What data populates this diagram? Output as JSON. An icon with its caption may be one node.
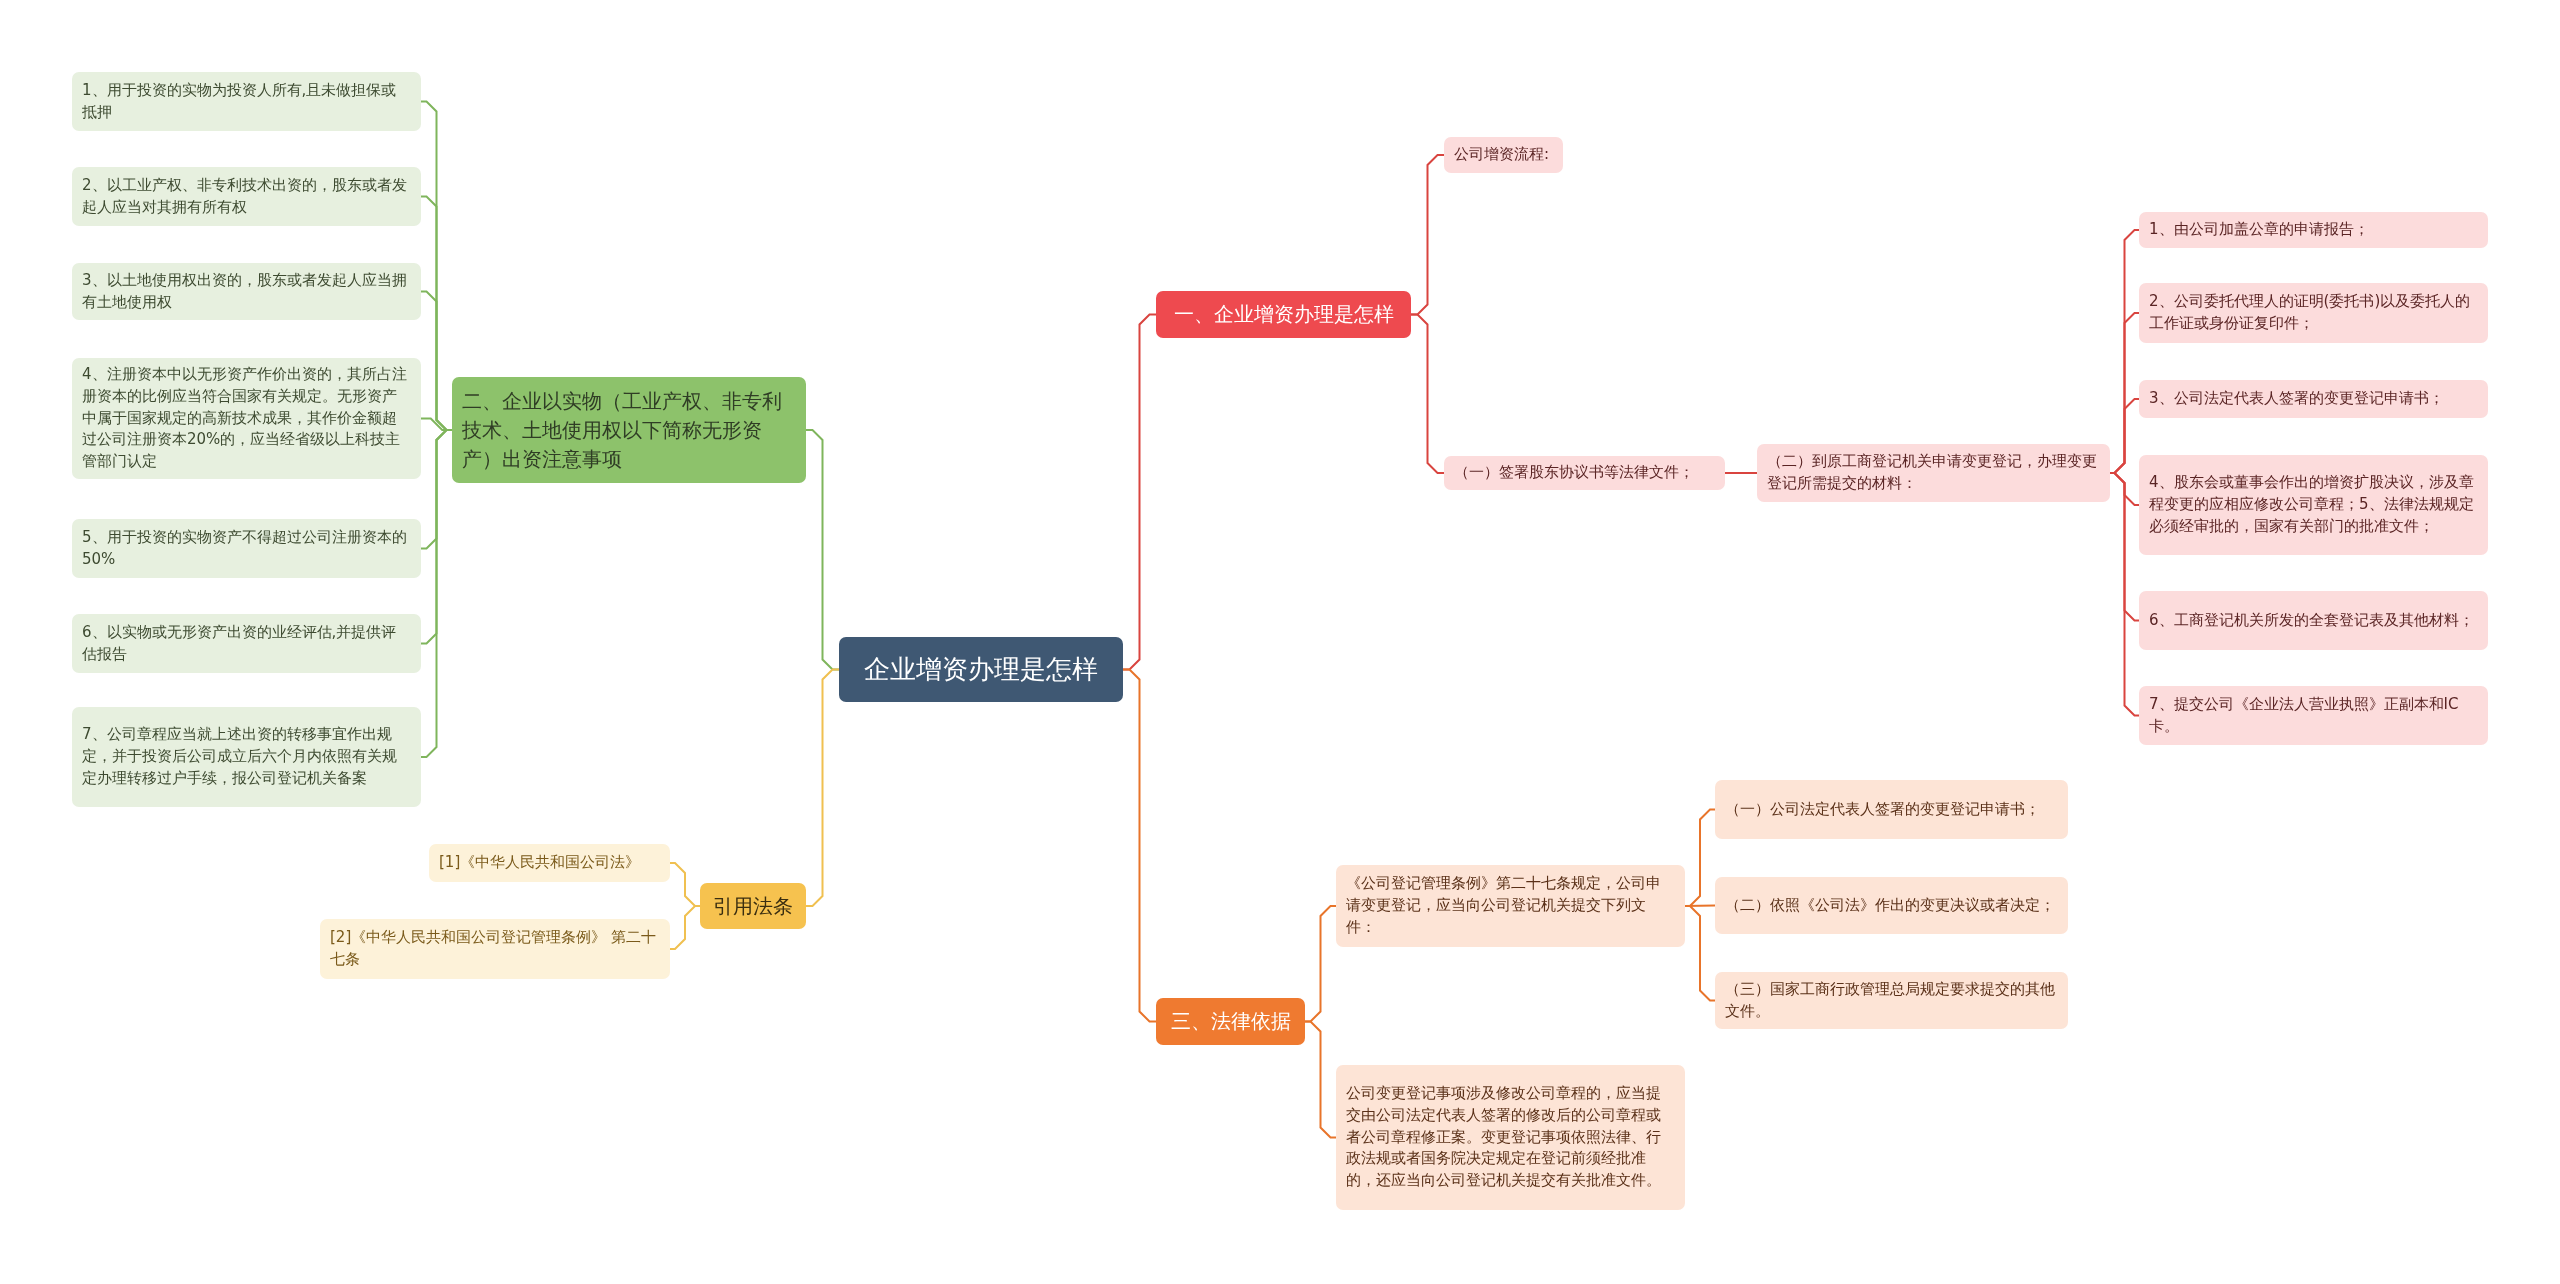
{
  "diagram": {
    "nodes": [
      {
        "text": [
          "企业增资办理是怎样"
        ]
      },
      {
        "text": [
          "一、企业增资办理是怎样"
        ]
      },
      {
        "text": [
          "公司增资流程:"
        ]
      },
      {
        "text": [
          "（一）签署股东协议书等法律文件；"
        ]
      },
      {
        "text": [
          "（二）到原工商登记机关申请变更登记，办理变更登记所需提交的材料："
        ]
      },
      {
        "text": [
          "1、由公司加盖公章的申请报告；"
        ]
      },
      {
        "text": [
          "2、公司委托代理人的证明(委托书)以及委托人的工作证或身份证复印件；"
        ]
      },
      {
        "text": [
          "3、公司法定代表人签署的变更登记申请书；"
        ]
      },
      {
        "text": [
          "4、股东会或董事会作出的增资扩股决议，涉及章程变更的应相应修改公司章程；5、法律法规规定必须经审批的，国家有关部门的批准文件；"
        ]
      },
      {
        "text": [
          "6、工商登记机关所发的全套登记表及其他材料；"
        ]
      },
      {
        "text": [
          "7、提交公司《企业法人营业执照》正副本和IC卡。"
        ]
      },
      {
        "text": [
          "三、法律依据"
        ]
      },
      {
        "text": [
          "《公司登记管理条例》第二十七条规定，公司申请变更登记，应当向公司登记机关提交下列文件："
        ]
      },
      {
        "text": [
          "（一）公司法定代表人签署的变更登记申请书；"
        ]
      },
      {
        "text": [
          "（二）依照《公司法》作出的变更决议或者决定；"
        ]
      },
      {
        "text": [
          "（三）国家工商行政管理总局规定要求提交的其他文件。"
        ]
      },
      {
        "text": [
          "公司变更登记事项涉及修改公司章程的，应当提交由公司法定代表人签署的修改后的公司章程或者公司章程修正案。变更登记事项依照法律、行政法规或者国务院决定规定在登记前须经批准的，还应当向公司登记机关提交有关批准文件。"
        ]
      },
      {
        "text": [
          "二、企业以实物（工业产权、非专利技术、土地使用权以下简称无形资产）出资注意事项"
        ]
      },
      {
        "text": [
          "1、用于投资的实物为投资人所有,且未做担保或抵押"
        ]
      },
      {
        "text": [
          "2、以工业产权、非专利技术出资的，股东或者发起人应当对其拥有所有权"
        ]
      },
      {
        "text": [
          "3、以土地使用权出资的，股东或者发起人应当拥有土地使用权"
        ]
      },
      {
        "text": [
          "4、注册资本中以无形资产作价出资的，其所占注册资本的比例应当符合国家有关规定。无形资产中属于国家规定的高新技术成果，其作价金额超过公司注册资本20%的，应当经省级以上科技主管部门认定"
        ]
      },
      {
        "text": [
          "5、用于投资的实物资产不得超过公司注册资本的50%"
        ]
      },
      {
        "text": [
          "6、以实物或无形资产出资的业经评估,并提供评估报告"
        ]
      },
      {
        "text": [
          "7、公司章程应当就上述出资的转移事宜作出规定，并于投资后公司成立后六个月内依照有关规定办理转移过户手续，报公司登记机关备案"
        ]
      },
      {
        "text": [
          "引用法条"
        ]
      },
      {
        "text": [
          "[1]《中华人民共和国公司法》"
        ]
      },
      {
        "text": [
          "[2]《中华人民共和国公司登记管理条例》 第二十七条"
        ]
      }
    ],
    "edges": [
      {
        "from": 0,
        "to": 1,
        "arrow": "none"
      },
      {
        "from": 1,
        "to": 2,
        "arrow": "none"
      },
      {
        "from": 1,
        "to": 3,
        "arrow": "none"
      },
      {
        "from": 3,
        "to": 4,
        "arrow": "none"
      },
      {
        "from": 4,
        "to": 5,
        "arrow": "none"
      },
      {
        "from": 4,
        "to": 6,
        "arrow": "none"
      },
      {
        "from": 4,
        "to": 7,
        "arrow": "none"
      },
      {
        "from": 4,
        "to": 8,
        "arrow": "none"
      },
      {
        "from": 4,
        "to": 9,
        "arrow": "none"
      },
      {
        "from": 4,
        "to": 10,
        "arrow": "none"
      },
      {
        "from": 0,
        "to": 11,
        "arrow": "none",
        "color": "#e8742a"
      },
      {
        "from": 11,
        "to": 12,
        "arrow": "none",
        "color": "#e8742a"
      },
      {
        "from": 12,
        "to": 13,
        "arrow": "none",
        "color": "#e8742a"
      },
      {
        "from": 12,
        "to": 14,
        "arrow": "none",
        "color": "#e8742a"
      },
      {
        "from": 12,
        "to": 15,
        "arrow": "none",
        "color": "#e8742a"
      },
      {
        "from": 11,
        "to": 16,
        "arrow": "none",
        "color": "#e8742a"
      },
      {
        "from": 0,
        "to": 17,
        "arrow": "none",
        "color": "#7fb55c"
      },
      {
        "from": 17,
        "to": 18,
        "arrow": "none",
        "color": "#7fb55c"
      },
      {
        "from": 17,
        "to": 19,
        "arrow": "none",
        "color": "#7fb55c"
      },
      {
        "from": 17,
        "to": 20,
        "arrow": "none",
        "color": "#7fb55c"
      },
      {
        "from": 17,
        "to": 21,
        "arrow": "none",
        "color": "#7fb55c"
      },
      {
        "from": 17,
        "to": 22,
        "arrow": "none",
        "color": "#7fb55c"
      },
      {
        "from": 17,
        "to": 23,
        "arrow": "none",
        "color": "#7fb55c"
      },
      {
        "from": 17,
        "to": 24,
        "arrow": "none",
        "color": "#7fb55c"
      },
      {
        "from": 0,
        "to": 25,
        "arrow": "none",
        "color": "#f0c050"
      },
      {
        "from": 25,
        "to": 26,
        "arrow": "none",
        "color": "#f0c050"
      },
      {
        "from": 25,
        "to": 27,
        "arrow": "none",
        "color": "#f0c050"
      }
    ]
  }
}
